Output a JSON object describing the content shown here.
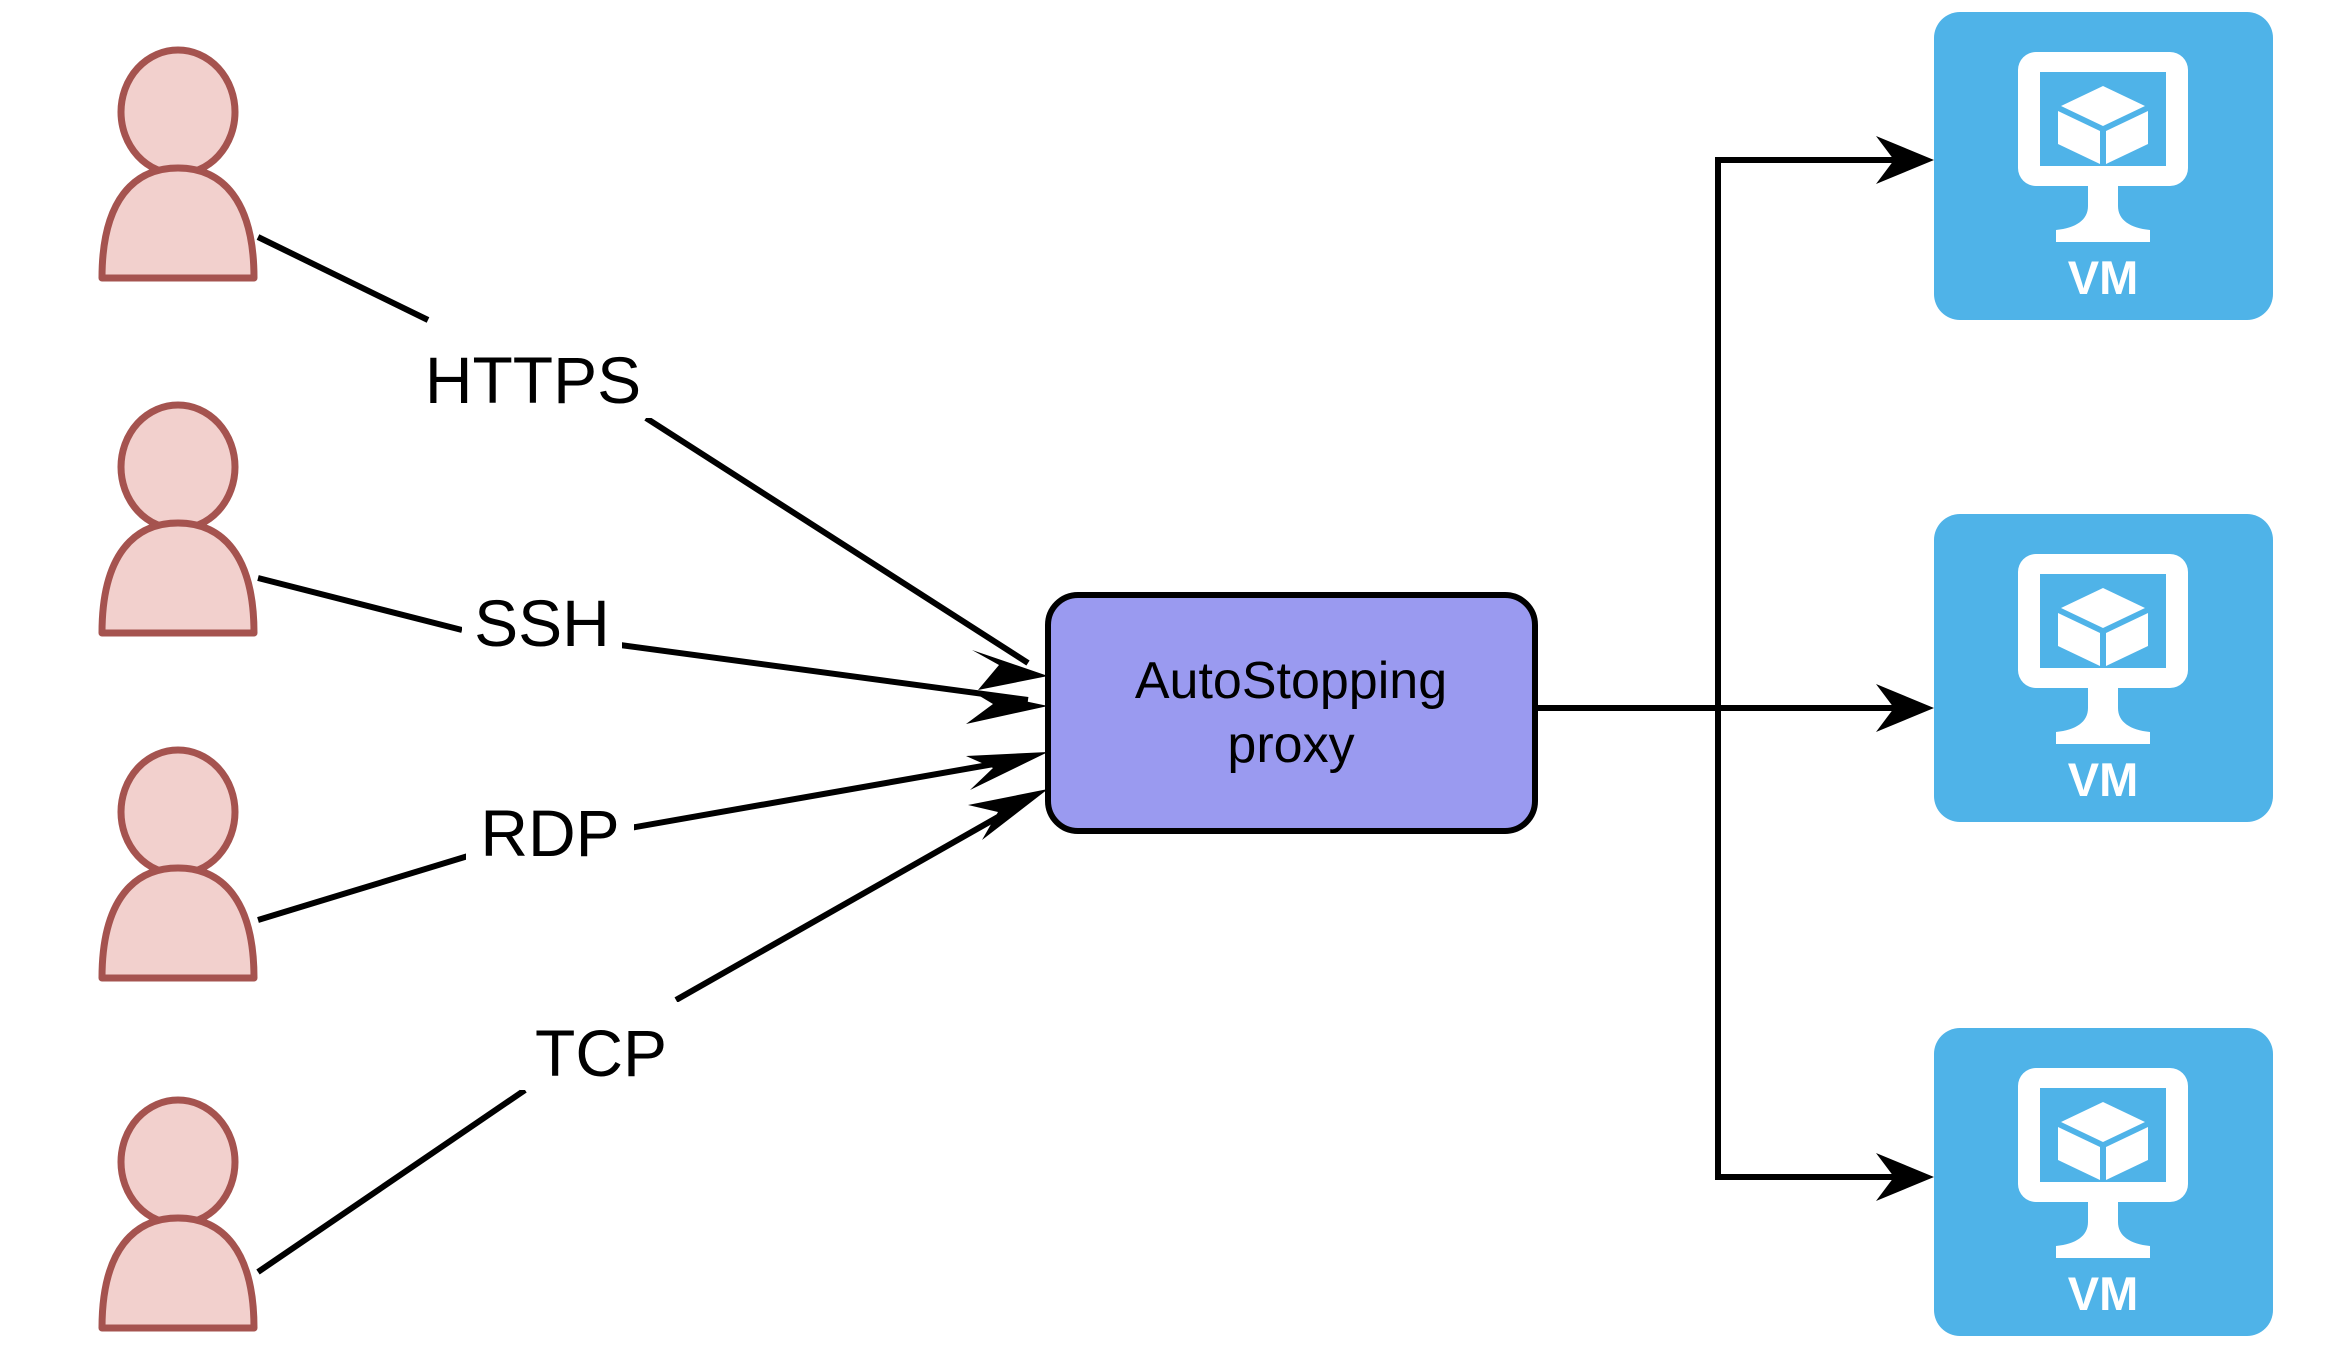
{
  "diagram": {
    "title": "AutoStopping proxy network diagram",
    "background_color": "#ffffff"
  },
  "colors": {
    "actor_fill": "#f2d0cd",
    "actor_stroke": "#a5534f",
    "proxy_fill": "#9a9af0",
    "proxy_stroke": "#000000",
    "vm_fill": "#4fb3e8",
    "vm_glyph": "#ffffff",
    "edge": "#000000"
  },
  "actors": [
    {
      "name": "actor-1",
      "label": ""
    },
    {
      "name": "actor-2",
      "label": ""
    },
    {
      "name": "actor-3",
      "label": ""
    },
    {
      "name": "actor-4",
      "label": ""
    }
  ],
  "connections": [
    {
      "protocol": "HTTPS",
      "from": "actor-1",
      "to": "proxy"
    },
    {
      "protocol": "SSH",
      "from": "actor-2",
      "to": "proxy"
    },
    {
      "protocol": "RDP",
      "from": "actor-3",
      "to": "proxy"
    },
    {
      "protocol": "TCP",
      "from": "actor-4",
      "to": "proxy"
    }
  ],
  "proxy": {
    "line1": "AutoStopping",
    "line2": "proxy"
  },
  "vms": [
    {
      "name": "vm-1",
      "label": "VM"
    },
    {
      "name": "vm-2",
      "label": "VM"
    },
    {
      "name": "vm-3",
      "label": "VM"
    }
  ]
}
